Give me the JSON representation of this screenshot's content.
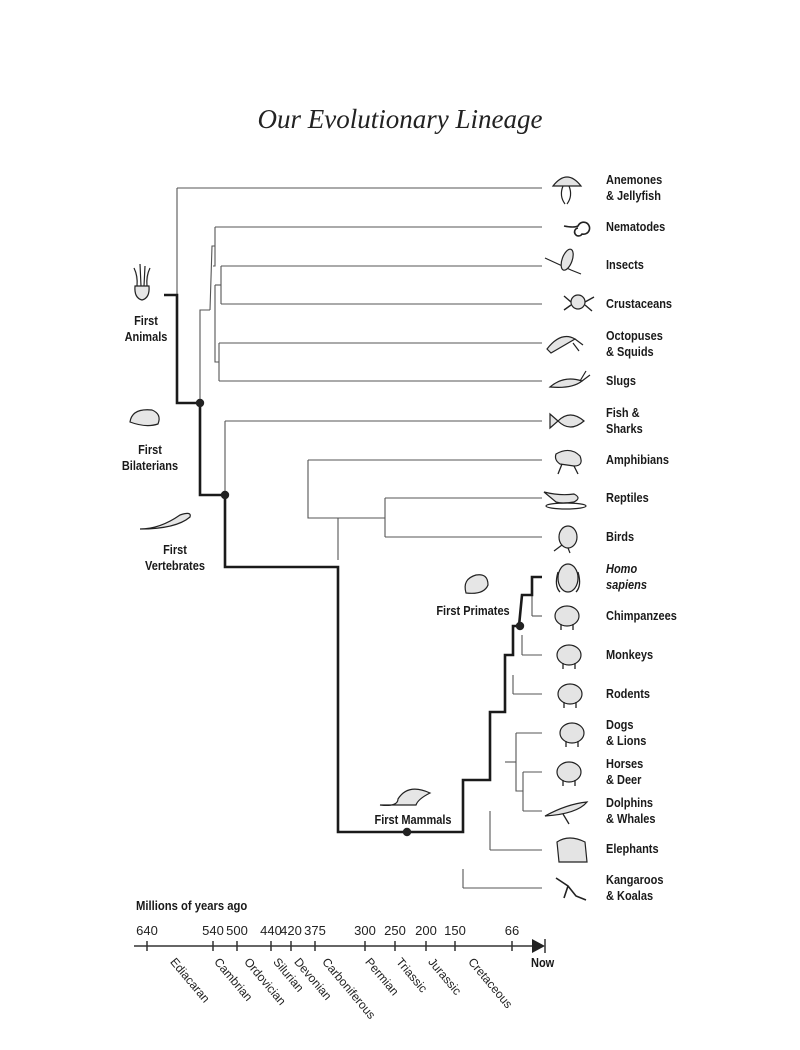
{
  "title": "Our Evolutionary Lineage",
  "colors": {
    "line": "#555555",
    "lineage": "#1a1a1a",
    "text": "#1a1a1a"
  },
  "leaves": [
    {
      "id": "anemones",
      "label": "Anemones\n& Jellyfish",
      "icon": "jellyfish-icon"
    },
    {
      "id": "nematodes",
      "label": "Nematodes",
      "icon": "worm-icon"
    },
    {
      "id": "insects",
      "label": "Insects",
      "icon": "mayfly-icon"
    },
    {
      "id": "crustaceans",
      "label": "Crustaceans",
      "icon": "crab-icon"
    },
    {
      "id": "octopuses",
      "label": "Octopuses\n& Squids",
      "icon": "squid-icon"
    },
    {
      "id": "slugs",
      "label": "Slugs",
      "icon": "slug-icon"
    },
    {
      "id": "fish",
      "label": "Fish &\nSharks",
      "icon": "fish-icon"
    },
    {
      "id": "amphibians",
      "label": "Amphibians",
      "icon": "frog-icon"
    },
    {
      "id": "reptiles",
      "label": "Reptiles",
      "icon": "lizard-icon"
    },
    {
      "id": "birds",
      "label": "Birds",
      "icon": "bird-icon"
    },
    {
      "id": "homo",
      "label": "Homo\nsapiens",
      "icon": "human-icon",
      "italic": true
    },
    {
      "id": "chimps",
      "label": "Chimpanzees",
      "icon": "chimpanzee-icon"
    },
    {
      "id": "monkeys",
      "label": "Monkeys",
      "icon": "monkey-icon"
    },
    {
      "id": "rodents",
      "label": "Rodents",
      "icon": "rodent-icon"
    },
    {
      "id": "dogs",
      "label": "Dogs\n& Lions",
      "icon": "dog-icon"
    },
    {
      "id": "horses",
      "label": "Horses\n& Deer",
      "icon": "horse-icon"
    },
    {
      "id": "dolphins",
      "label": "Dolphins\n& Whales",
      "icon": "whale-icon"
    },
    {
      "id": "elephants",
      "label": "Elephants",
      "icon": "elephant-icon"
    },
    {
      "id": "kangaroos",
      "label": "Kangaroos\n& Koalas",
      "icon": "kangaroo-icon"
    }
  ],
  "milestones": [
    {
      "id": "first-animals",
      "label": "First\nAnimals",
      "icon": "anemone-polyp-icon"
    },
    {
      "id": "first-bilaterians",
      "label": "First\nBilaterians",
      "icon": "bilaterian-worm-icon"
    },
    {
      "id": "first-vertebrates",
      "label": "First\nVertebrates",
      "icon": "lamprey-icon"
    },
    {
      "id": "first-mammals",
      "label": "First Mammals",
      "icon": "early-mammal-icon"
    },
    {
      "id": "first-primates",
      "label": "First Primates",
      "icon": "early-primate-icon"
    }
  ],
  "timeline": {
    "title": "Millions of years ago",
    "end_label": "Now",
    "ticks": [
      "640",
      "540",
      "500",
      "440",
      "420",
      "375",
      "300",
      "250",
      "200",
      "150",
      "66"
    ],
    "periods": [
      "Ediacaran",
      "Cambrian",
      "Ordovician",
      "Silurian",
      "Devonian",
      "Carboniferous",
      "Permian",
      "Triassic",
      "Jurassic",
      "Cretaceous"
    ]
  }
}
